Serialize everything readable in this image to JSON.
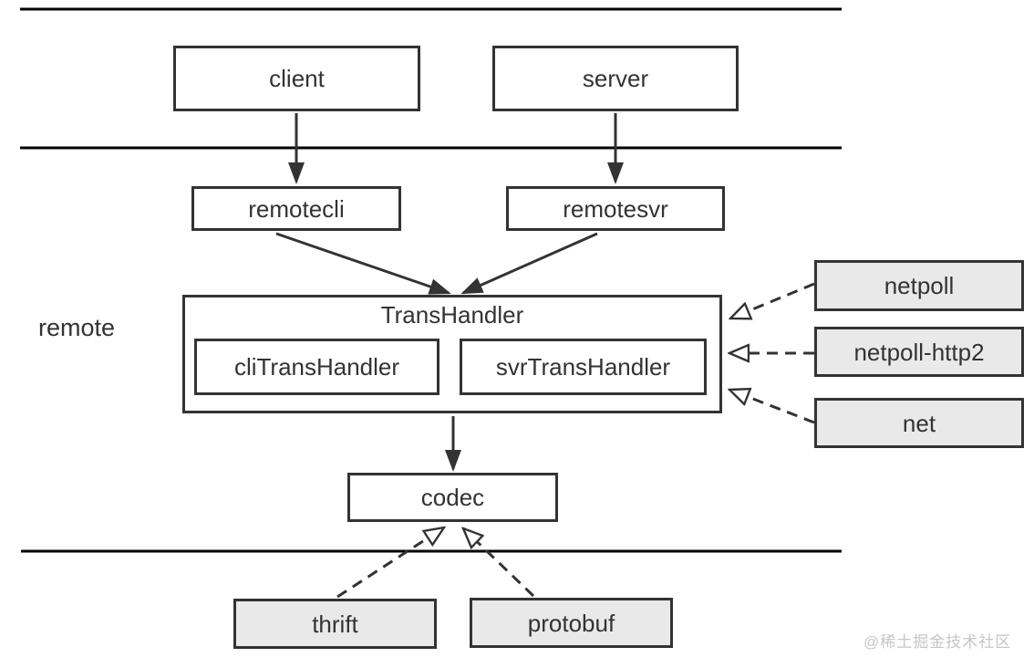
{
  "diagram": {
    "section_label": "remote",
    "nodes": {
      "client": "client",
      "server": "server",
      "remotecli": "remotecli",
      "remotesvr": "remotesvr",
      "transhandler": "TransHandler",
      "cli_transhandler": "cliTransHandler",
      "svr_transhandler": "svrTransHandler",
      "codec": "codec",
      "netpoll": "netpoll",
      "netpoll_http2": "netpoll-http2",
      "net": "net",
      "thrift": "thrift",
      "protobuf": "protobuf"
    },
    "edges": [
      {
        "from": "client",
        "to": "remotecli",
        "type": "solid-filled-arrow"
      },
      {
        "from": "server",
        "to": "remotesvr",
        "type": "solid-filled-arrow"
      },
      {
        "from": "remotecli",
        "to": "TransHandler",
        "type": "solid-filled-arrow"
      },
      {
        "from": "remotesvr",
        "to": "TransHandler",
        "type": "solid-filled-arrow"
      },
      {
        "from": "TransHandler",
        "to": "codec",
        "type": "solid-filled-arrow"
      },
      {
        "from": "netpoll",
        "to": "TransHandler",
        "type": "dashed-open-arrow"
      },
      {
        "from": "netpoll-http2",
        "to": "TransHandler",
        "type": "dashed-open-arrow"
      },
      {
        "from": "net",
        "to": "TransHandler",
        "type": "dashed-open-arrow"
      },
      {
        "from": "thrift",
        "to": "codec",
        "type": "dashed-open-arrow"
      },
      {
        "from": "protobuf",
        "to": "codec",
        "type": "dashed-open-arrow"
      }
    ],
    "colors": {
      "ink": "#333333",
      "rule": "#000000",
      "node_fill": "#ffffff",
      "impl_fill": "#e9e9e9",
      "watermark": "#c6c6c6"
    }
  },
  "watermark": "@稀土掘金技术社区"
}
